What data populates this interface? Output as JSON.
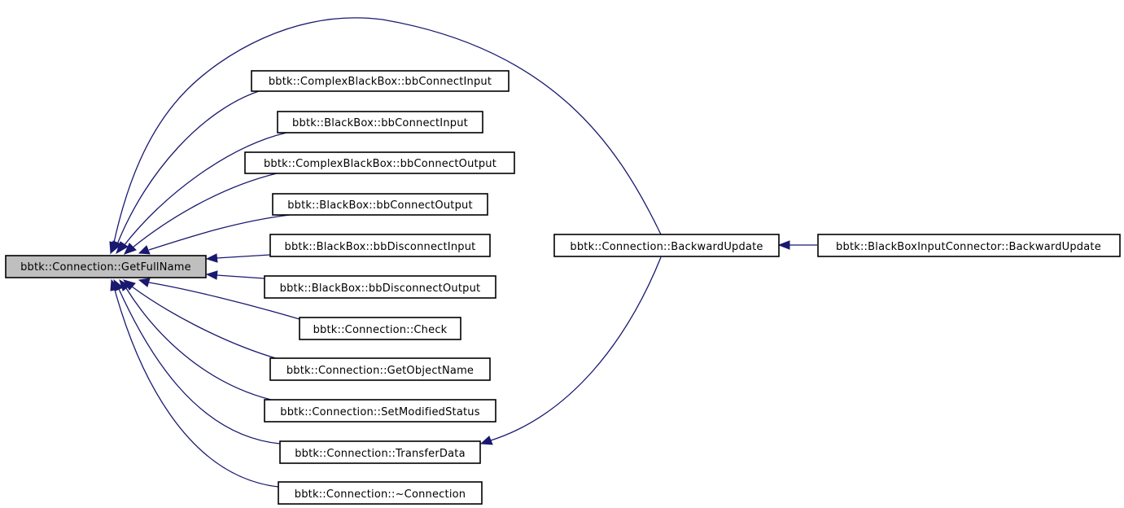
{
  "diagram": {
    "type": "caller-graph",
    "focus_node": "n0",
    "colors": {
      "edge": "#191970",
      "focus_fill": "#bfbfbf",
      "node_fill": "#ffffff",
      "border": "#000000"
    },
    "nodes": [
      {
        "id": "n0",
        "label": "bbtk::Connection::GetFullName"
      },
      {
        "id": "n1",
        "label": "bbtk::ComplexBlackBox::bbConnectInput"
      },
      {
        "id": "n2",
        "label": "bbtk::BlackBox::bbConnectInput"
      },
      {
        "id": "n3",
        "label": "bbtk::ComplexBlackBox::bbConnectOutput"
      },
      {
        "id": "n4",
        "label": "bbtk::BlackBox::bbConnectOutput"
      },
      {
        "id": "n5",
        "label": "bbtk::BlackBox::bbDisconnectInput"
      },
      {
        "id": "n6",
        "label": "bbtk::BlackBox::bbDisconnectOutput"
      },
      {
        "id": "n7",
        "label": "bbtk::Connection::Check"
      },
      {
        "id": "n8",
        "label": "bbtk::Connection::GetObjectName"
      },
      {
        "id": "n9",
        "label": "bbtk::Connection::SetModifiedStatus"
      },
      {
        "id": "n10",
        "label": "bbtk::Connection::TransferData"
      },
      {
        "id": "n11",
        "label": "bbtk::Connection::~Connection"
      },
      {
        "id": "n12",
        "label": "bbtk::Connection::BackwardUpdate"
      },
      {
        "id": "n13",
        "label": "bbtk::BlackBoxInputConnector::BackwardUpdate"
      }
    ],
    "edges": [
      {
        "from": "n1",
        "to": "n0"
      },
      {
        "from": "n2",
        "to": "n0"
      },
      {
        "from": "n3",
        "to": "n0"
      },
      {
        "from": "n4",
        "to": "n0"
      },
      {
        "from": "n5",
        "to": "n0"
      },
      {
        "from": "n6",
        "to": "n0"
      },
      {
        "from": "n7",
        "to": "n0"
      },
      {
        "from": "n8",
        "to": "n0"
      },
      {
        "from": "n9",
        "to": "n0"
      },
      {
        "from": "n10",
        "to": "n0"
      },
      {
        "from": "n11",
        "to": "n0"
      },
      {
        "from": "n12",
        "to": "n0"
      },
      {
        "from": "n12",
        "to": "n10"
      },
      {
        "from": "n13",
        "to": "n12"
      }
    ]
  }
}
